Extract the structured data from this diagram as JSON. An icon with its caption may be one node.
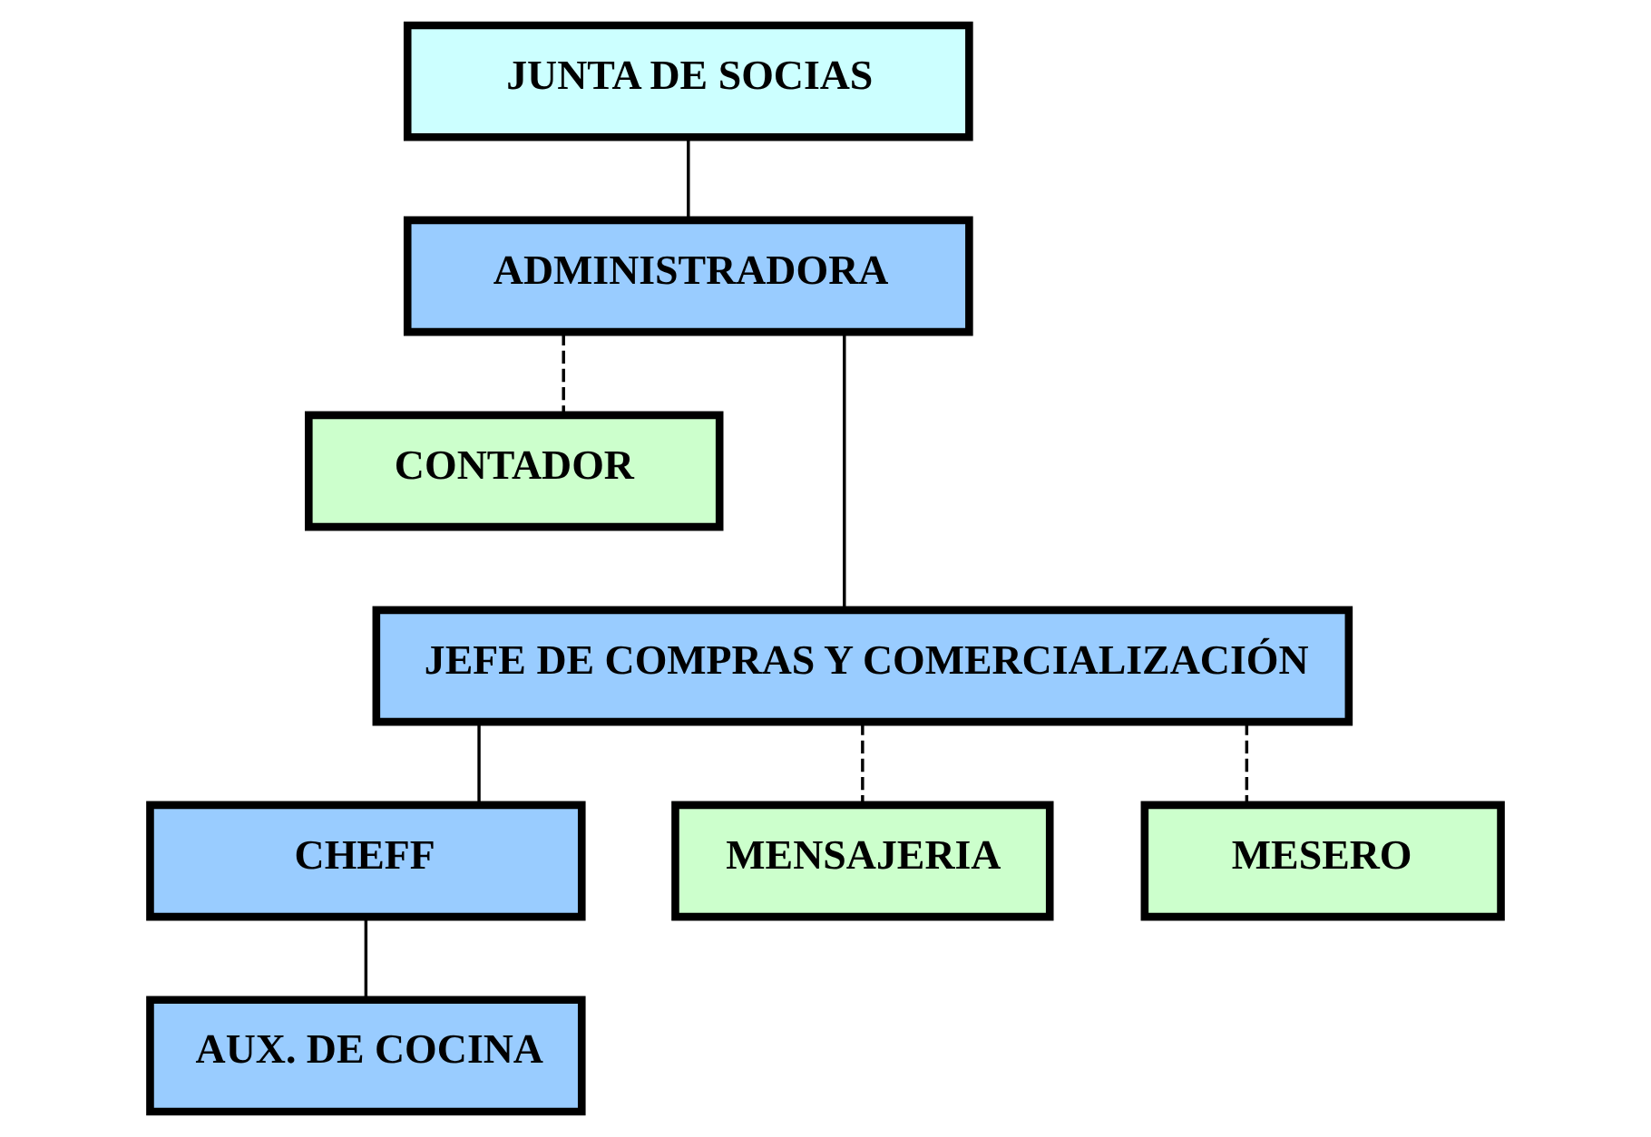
{
  "diagram": {
    "nodes": [
      {
        "text": [
          "JUNTA DE SOCIAS"
        ]
      },
      {
        "text": [
          "ADMINISTRADORA"
        ]
      },
      {
        "text": [
          "CONTADOR"
        ]
      },
      {
        "text": [
          "JEFE DE COMPRAS Y COMERCIALIZACIÓN"
        ]
      },
      {
        "text": [
          "CHEFF"
        ]
      },
      {
        "text": [
          "MENSAJERIA"
        ]
      },
      {
        "text": [
          "MESERO"
        ]
      },
      {
        "text": [
          "AUX. DE COCINA"
        ]
      }
    ],
    "edges": [
      {
        "from": 0,
        "to": 1,
        "arrow": "none"
      },
      {
        "from": 1,
        "to": 2,
        "arrow": "none",
        "style": "dashed"
      },
      {
        "from": 1,
        "to": 3,
        "arrow": "none"
      },
      {
        "from": 3,
        "to": 4,
        "arrow": "none"
      },
      {
        "from": 3,
        "to": 5,
        "arrow": "none",
        "style": "dashed"
      },
      {
        "from": 3,
        "to": 6,
        "arrow": "none",
        "style": "dashed"
      },
      {
        "from": 4,
        "to": 7,
        "arrow": "none"
      }
    ]
  }
}
